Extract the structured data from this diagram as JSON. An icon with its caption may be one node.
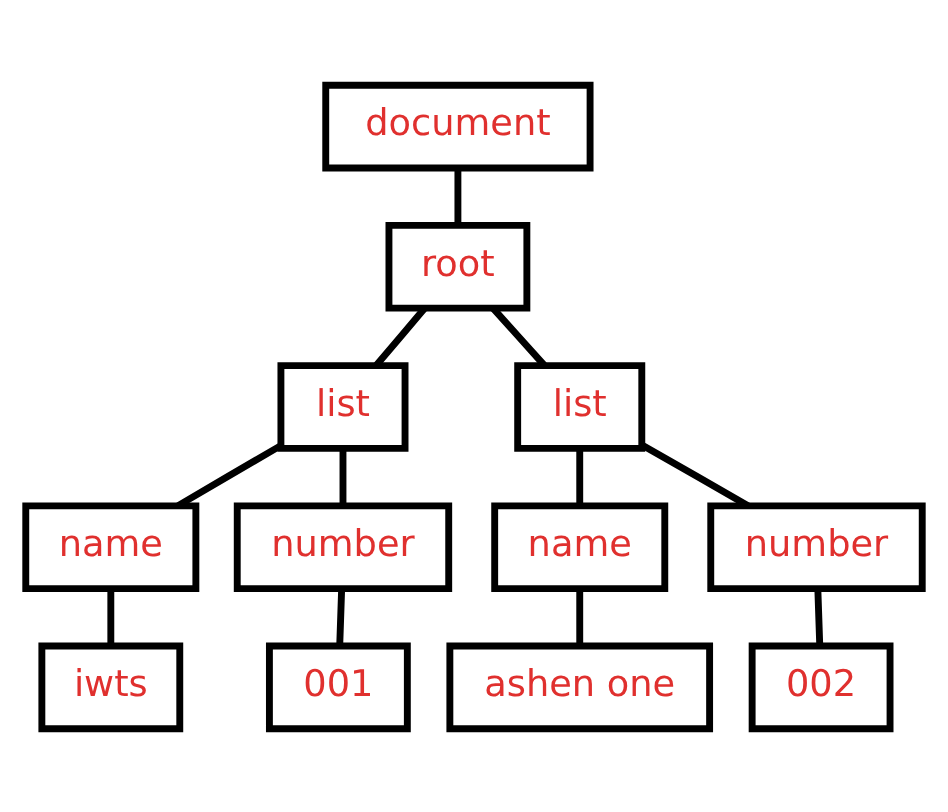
{
  "diagram": {
    "nodes": [
      {
        "text": [
          "document"
        ]
      },
      {
        "text": [
          "root"
        ]
      },
      {
        "text": [
          "list"
        ]
      },
      {
        "text": [
          "list"
        ]
      },
      {
        "text": [
          "name"
        ]
      },
      {
        "text": [
          "number"
        ]
      },
      {
        "text": [
          "name"
        ]
      },
      {
        "text": [
          "number"
        ]
      },
      {
        "text": [
          "iwts"
        ]
      },
      {
        "text": [
          "001"
        ]
      },
      {
        "text": [
          "ashen one"
        ]
      },
      {
        "text": [
          "002"
        ]
      }
    ],
    "edges": [
      {
        "from": 0,
        "to": 1,
        "arrow": "none"
      },
      {
        "from": 1,
        "to": 2,
        "arrow": "none"
      },
      {
        "from": 1,
        "to": 3,
        "arrow": "none"
      },
      {
        "from": 2,
        "to": 4,
        "arrow": "none"
      },
      {
        "from": 2,
        "to": 5,
        "arrow": "none"
      },
      {
        "from": 3,
        "to": 6,
        "arrow": "none"
      },
      {
        "from": 3,
        "to": 7,
        "arrow": "none"
      },
      {
        "from": 4,
        "to": 8,
        "arrow": "none"
      },
      {
        "from": 5,
        "to": 9,
        "arrow": "none"
      },
      {
        "from": 6,
        "to": 10,
        "arrow": "none"
      },
      {
        "from": 7,
        "to": 11,
        "arrow": "none"
      }
    ]
  }
}
